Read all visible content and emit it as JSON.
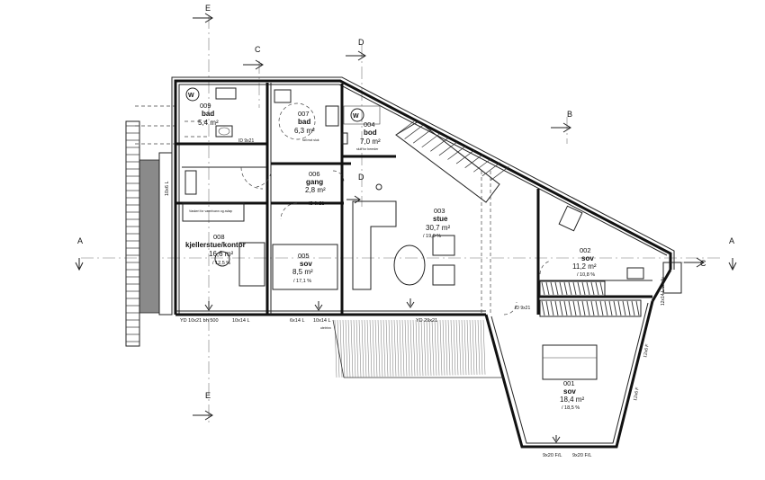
{
  "axes": {
    "E_top": "E",
    "E_bottom": "E",
    "C_top": "C",
    "C_right": "C",
    "D_top": "D",
    "D_mid": "D",
    "B": "B",
    "A_left": "A",
    "A_right": "A"
  },
  "rooms": [
    {
      "id": "009",
      "name": "bad",
      "area": "5,4 m²"
    },
    {
      "id": "007",
      "name": "bad",
      "area": "6,3 m²"
    },
    {
      "id": "004",
      "name": "bod",
      "area": "7,0 m²"
    },
    {
      "id": "006",
      "name": "gang",
      "area": "2,8 m²"
    },
    {
      "id": "003",
      "name": "stue",
      "area": "30,7 m²",
      "pct": "/ 19,9 %"
    },
    {
      "id": "008",
      "name": "kjellerstue/kontor",
      "area": "16,6 m²",
      "pct": "/ 12,5 %"
    },
    {
      "id": "005",
      "name": "sov",
      "area": "8,5 m²",
      "pct": "/ 17,1 %"
    },
    {
      "id": "002",
      "name": "sov",
      "area": "11,2 m²",
      "pct": "/ 10,8 %"
    },
    {
      "id": "001",
      "name": "sov",
      "area": "18,4 m²",
      "pct": "/ 18,5 %"
    }
  ],
  "labels": {
    "id_009": "ID 9x21",
    "id_006": "ID 9x21",
    "stair_note": "10x6 L",
    "tub_note": "fall mot sluk",
    "bod_note": "sluk for bereder",
    "utility_note": "Vaskeri for varmtvann og avløp",
    "wm": "W",
    "yd_left": "YD 10x21 bh 500",
    "w_left": "10x14 L",
    "w_mid1": "6x14 L",
    "w_mid2": "10x14 L",
    "yd_mid": "YD 29x21",
    "step_note": "utetrinn",
    "id_002": "ID 9x21",
    "right_window": "12x14 L Vindu",
    "w_right1": "12x6 F",
    "w_right2": "12x6 F",
    "bottom_window1": "9x20 F/L",
    "bottom_window2": "9x20 F/L"
  }
}
